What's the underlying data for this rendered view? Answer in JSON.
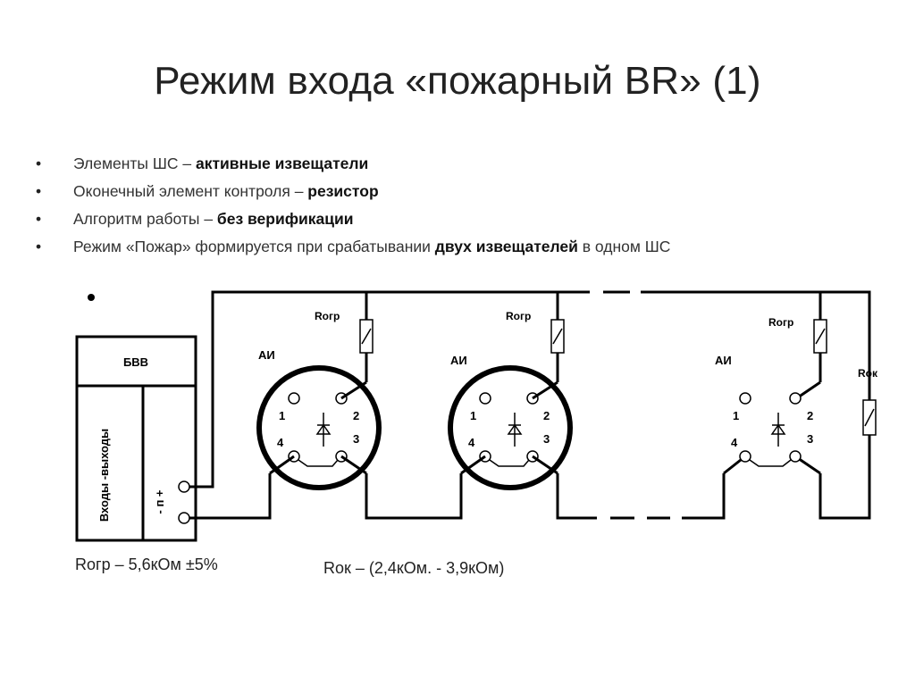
{
  "slide": {
    "title": "Режим входа «пожарный BR» (1)",
    "bullets": [
      {
        "normal": "Элементы ШС – ",
        "bold": "активные извещатели",
        "tail": ""
      },
      {
        "normal": "Оконечный элемент контроля – ",
        "bold": "резистор",
        "tail": ""
      },
      {
        "normal": "Алгоритм работы – ",
        "bold": "без верификации",
        "tail": ""
      },
      {
        "normal": "Режим «Пожар» формируется при срабатывании ",
        "bold": "двух извещателей",
        "tail": " в одном ШС"
      }
    ]
  },
  "diagram": {
    "panel_top_label": "БВВ",
    "panel_side_label": "Входы -выходы",
    "terminal_labels": "-  п  +",
    "detectors": [
      {
        "label": "АИ",
        "resistor_label": "Rогр",
        "pins": [
          "1",
          "2",
          "3",
          "4"
        ]
      },
      {
        "label": "АИ",
        "resistor_label": "Rогр",
        "pins": [
          "1",
          "2",
          "3",
          "4"
        ]
      },
      {
        "label": "АИ",
        "resistor_label": "Rогр",
        "pins": [
          "1",
          "2",
          "3",
          "4"
        ]
      }
    ],
    "end_resistor_label": "Rок"
  },
  "notes": {
    "rogr_value": "Rогр – 5,6кОм ±5%",
    "rok_value": "Rок – (2,4кОм. - 3,9кОм)"
  }
}
